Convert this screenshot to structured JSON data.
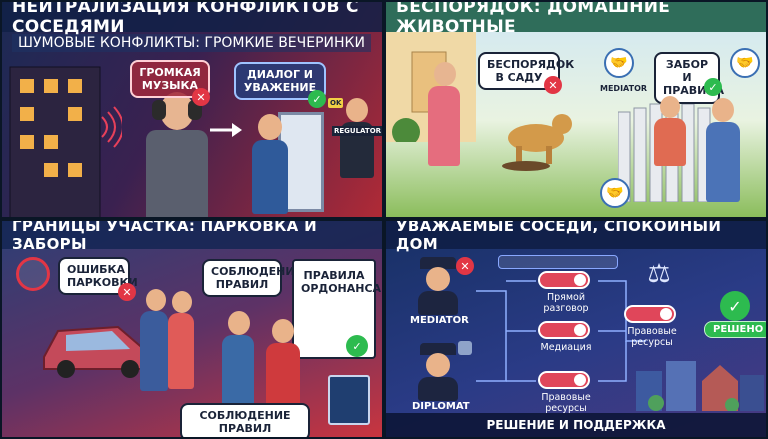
{
  "panels": {
    "noise": {
      "title": "НЕЙТРАЛИЗАЦИЯ КОНФЛИКТОВ С СОСЕДЯМИ",
      "subtitle": "ШУМОВЫЕ КОНФЛИКТЫ: ГРОМКИЕ ВЕЧЕРИНКИ",
      "bubble_music": "ГРОМКАЯ МУЗЫКА",
      "bubble_dialog": "ДИАЛОГ И УВАЖЕНИЕ",
      "regulator_label": "REGULATOR",
      "regulator_badge": "OK"
    },
    "pets": {
      "title": "БЕСПОРЯДОК: ДОМАШНИЕ ЖИВОТНЫЕ",
      "bubble_mess": "БЕСПОРЯДОК В САДУ",
      "mediator_label": "MEDIATOR",
      "bubble_fence": "ЗАБОР И ПРАВИЛА"
    },
    "parking": {
      "title": "ГРАНИЦЫ УЧАСТКА: ПАРКОВКА И ЗАБОРЫ",
      "bubble_error": "ОШИБКА ПАРКОВКИ",
      "bubble_rules": "СОБЛЮДЕНИЕ ПРАВИЛ",
      "bubble_ordinance": "ПРАВИЛА ОРДОНАНСА",
      "bottom_label": "СОБЛЮДЕНИЕ ПРАВИЛ"
    },
    "respect": {
      "title": "УВАЖАЕМЫЕ СОСЕДИ, СПОКОЙНЫЙ ДОМ",
      "mediator_label": "MEDIATOR",
      "diplomat_label": "DIPLOMAT",
      "flow_direct": "Прямой разговор",
      "flow_mediation": "Медиация",
      "flow_legal_left": "Правовые ресурсы",
      "flow_legal_right": "Правовые ресурсы",
      "resolved": "РЕШЕНО",
      "footer": "РЕШЕНИЕ И ПОДДЕРЖКА"
    }
  },
  "colors": {
    "accent_red": "#e23645",
    "accent_green": "#2dbb4f",
    "deep_blue": "#173064"
  }
}
